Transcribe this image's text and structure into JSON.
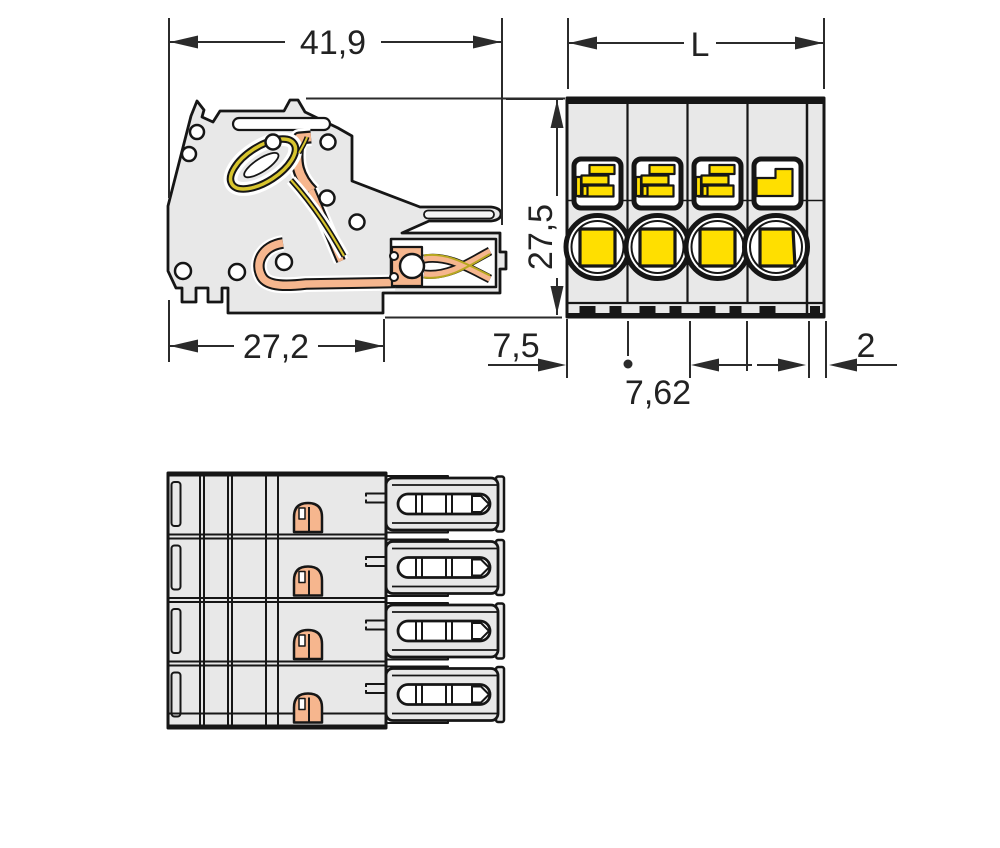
{
  "drawing": {
    "title": "4-pole female connector dimensional drawing",
    "pole_count": 4,
    "dimensions": {
      "overall_width": "41,9",
      "body_depth": "27,2",
      "plug_depth": "7,5",
      "total_length": "L",
      "height": "27,5",
      "pin_pitch": "7,62",
      "end_wall": "2"
    },
    "views": {
      "side": "side-section-view",
      "front": "front-view",
      "bottom": "bottom-view"
    },
    "colors": {
      "background": "#ffffff",
      "body_gray": "#e8e8e8",
      "outline": "#161616",
      "copper": "#f6b68e",
      "actuator_yellow": "#ffdf00",
      "spring_wire": "#d8c52e",
      "dimension": "#2b2b2b"
    }
  }
}
